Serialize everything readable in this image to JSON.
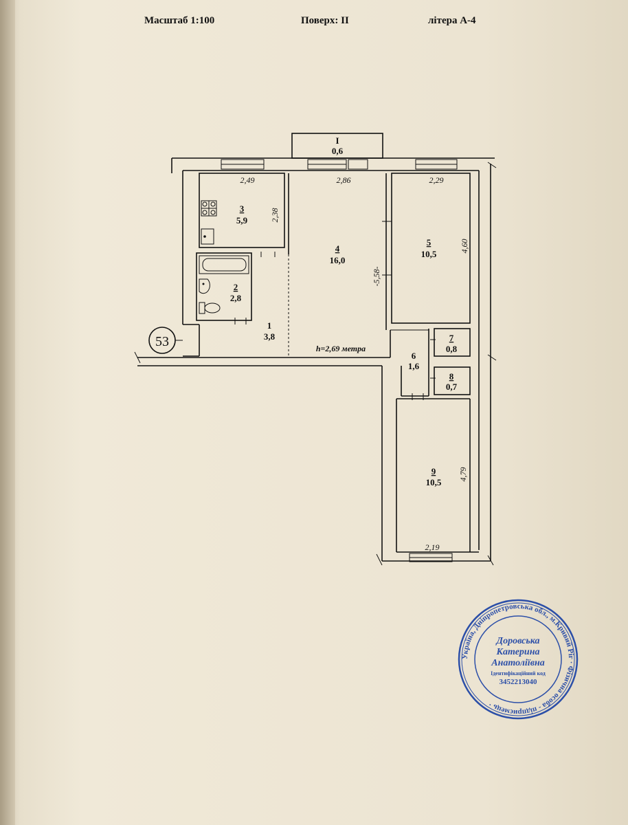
{
  "header": {
    "scale": "Масштаб 1:100",
    "floor": "Поверх: II",
    "letter": "літера А-4"
  },
  "apartment_no": "53",
  "ceiling_height": "h=2,69 метра",
  "rooms": [
    {
      "number": "I",
      "area": "0,6"
    },
    {
      "number": "1",
      "area": "3,8"
    },
    {
      "number": "2",
      "area": "2,8"
    },
    {
      "number": "3",
      "area": "5,9"
    },
    {
      "number": "4",
      "area": "16,0"
    },
    {
      "number": "5",
      "area": "10,5"
    },
    {
      "number": "6",
      "area": "1,6"
    },
    {
      "number": "7",
      "area": "0,8"
    },
    {
      "number": "8",
      "area": "0,7"
    },
    {
      "number": "9",
      "area": "10,5"
    }
  ],
  "dimensions": {
    "kitchen_width": "2,49",
    "kitchen_depth": "2,38",
    "room4_width": "2,86",
    "room4_depth": "-5,58-",
    "room5_width": "2,29",
    "room5_depth": "4,60",
    "room9_width": "2,19",
    "room9_depth": "4,79"
  },
  "stamp": {
    "ring_text": "Україна, Дніпропетровська обл., м.Кривий Ріг · Фізична особа - підприємець ·",
    "name_line1": "Доровська",
    "name_line2": "Катерина",
    "name_line3": "Анатоліївна",
    "id_label": "Ідентифікаційний код",
    "id_code": "3452213040",
    "color": "#2c4fa8"
  }
}
